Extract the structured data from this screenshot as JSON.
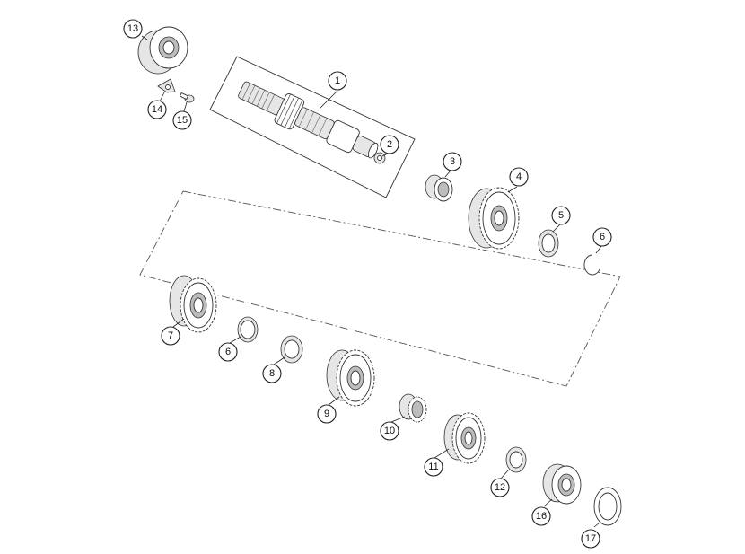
{
  "callouts": [
    {
      "label": "1"
    },
    {
      "label": "2"
    },
    {
      "label": "3"
    },
    {
      "label": "4"
    },
    {
      "label": "5"
    },
    {
      "label": "6"
    },
    {
      "label": "6"
    },
    {
      "label": "7"
    },
    {
      "label": "8"
    },
    {
      "label": "9"
    },
    {
      "label": "10"
    },
    {
      "label": "11"
    },
    {
      "label": "12"
    },
    {
      "label": "13"
    },
    {
      "label": "14"
    },
    {
      "label": "15"
    },
    {
      "label": "16"
    },
    {
      "label": "17"
    }
  ]
}
